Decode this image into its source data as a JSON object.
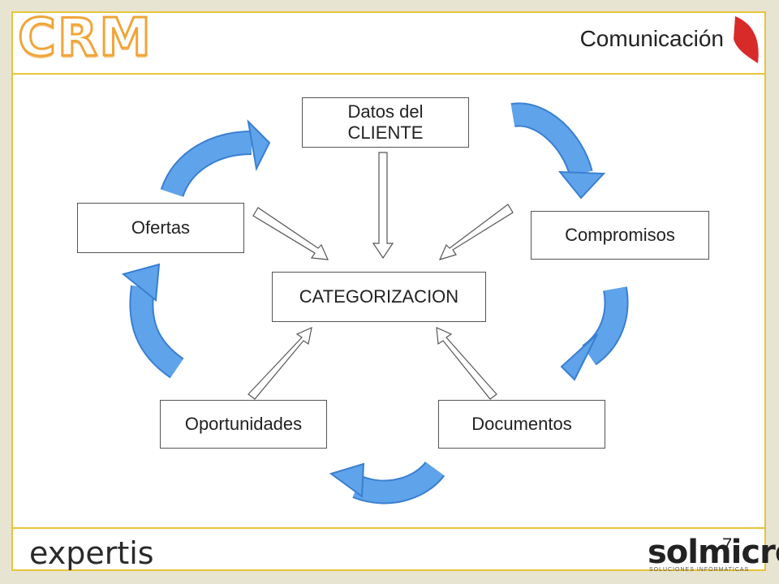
{
  "header": {
    "logo_text": "CRM",
    "subtitle": "Comunicación"
  },
  "diagram": {
    "nodes": {
      "datos_cliente": "Datos del CLIENTE",
      "compromisos": "Compromisos",
      "ofertas": "Ofertas",
      "categorizacion": "CATEGORIZACION",
      "oportunidades": "Oportunidades",
      "documentos": "Documentos"
    }
  },
  "footer": {
    "left_logo": "expertis",
    "right_logo": "solmicro",
    "right_logo_tagline": "SOLUCIONES INFORMATICAS",
    "page_number": "7"
  },
  "colors": {
    "cycle_arrow": "#5fa3ea",
    "cycle_arrow_border": "#3a7fd0",
    "frame_accent": "#e7c43a",
    "red_tab": "#d92a2a"
  }
}
